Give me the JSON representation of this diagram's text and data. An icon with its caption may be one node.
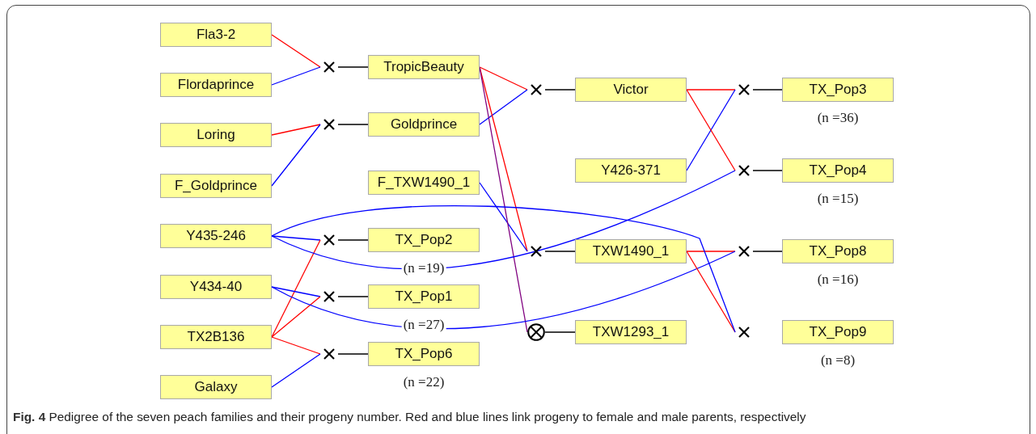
{
  "diagram": {
    "caption": "**Fig. 4** Pedigree of the seven peach families and their progeny number. Red and blue lines link progeny to female and male parents, respectively",
    "nodes": [
      {
        "text": [
          "Fla3-2"
        ]
      },
      {
        "text": [
          "Flordaprince"
        ]
      },
      {
        "text": [
          "Loring"
        ]
      },
      {
        "text": [
          "F_Goldprince"
        ]
      },
      {
        "text": [
          "Y435-246"
        ]
      },
      {
        "text": [
          "Y434-40"
        ]
      },
      {
        "text": [
          "TX2B136"
        ]
      },
      {
        "text": [
          "Galaxy"
        ]
      },
      {
        "text": [],
        "shape": "cross"
      },
      {
        "text": [],
        "shape": "cross"
      },
      {
        "text": [],
        "shape": "cross"
      },
      {
        "text": [],
        "shape": "cross"
      },
      {
        "text": [],
        "shape": "cross"
      },
      {
        "text": [
          "TropicBeauty"
        ]
      },
      {
        "text": [
          "Goldprince"
        ]
      },
      {
        "text": [
          "F_TXW1490_1"
        ]
      },
      {
        "text": [
          "TX_Pop2"
        ],
        "beside": [
          "(n =19)"
        ]
      },
      {
        "text": [
          "TX_Pop1"
        ],
        "beside": [
          "(n =27)"
        ]
      },
      {
        "text": [
          "TX_Pop6"
        ],
        "beside": [
          "(n =22)"
        ]
      },
      {
        "text": [],
        "shape": "cross"
      },
      {
        "text": [],
        "shape": "cross"
      },
      {
        "text": [],
        "shape": "circle"
      },
      {
        "text": [
          "Victor"
        ]
      },
      {
        "text": [
          "Y426-371"
        ]
      },
      {
        "text": [
          "TXW1490_1"
        ]
      },
      {
        "text": [
          "TXW1293_1"
        ]
      },
      {
        "text": [],
        "shape": "cross"
      },
      {
        "text": [],
        "shape": "cross"
      },
      {
        "text": [],
        "shape": "cross"
      },
      {
        "text": [],
        "shape": "cross"
      },
      {
        "text": [
          "TX_Pop3"
        ],
        "beside": [
          "(n =36)"
        ]
      },
      {
        "text": [
          "TX_Pop4"
        ],
        "beside": [
          "(n =15)"
        ]
      },
      {
        "text": [
          "TX_Pop8"
        ],
        "beside": [
          "(n =16)"
        ]
      },
      {
        "text": [
          "TX_Pop9"
        ],
        "beside": [
          "(n =8)"
        ]
      }
    ],
    "edges": [
      {
        "from": 0,
        "to": 8,
        "arrow": "none",
        "color": "#ff0000"
      },
      {
        "from": 1,
        "to": 8,
        "arrow": "none",
        "color": "#0000ff"
      },
      {
        "from": 2,
        "to": 9,
        "arrow": "none",
        "color": "#ff0000"
      },
      {
        "from": 3,
        "to": 9,
        "arrow": "none",
        "color": "#0000ff"
      },
      {
        "from": 4,
        "to": 10,
        "arrow": "none",
        "color": "#0000ff"
      },
      {
        "from": 6,
        "to": 10,
        "arrow": "none",
        "color": "#ff0000"
      },
      {
        "from": 5,
        "to": 11,
        "arrow": "none",
        "color": "#0000ff"
      },
      {
        "from": 6,
        "to": 11,
        "arrow": "none",
        "color": "#ff0000"
      },
      {
        "from": 6,
        "to": 12,
        "arrow": "none",
        "color": "#ff0000"
      },
      {
        "from": 7,
        "to": 12,
        "arrow": "none",
        "color": "#0000ff"
      },
      {
        "from": 8,
        "to": 13,
        "arrow": "none",
        "color": "#000000"
      },
      {
        "from": 9,
        "to": 14,
        "arrow": "none",
        "color": "#000000"
      },
      {
        "from": 10,
        "to": 16,
        "arrow": "none",
        "color": "#000000"
      },
      {
        "from": 11,
        "to": 17,
        "arrow": "none",
        "color": "#000000"
      },
      {
        "from": 12,
        "to": 18,
        "arrow": "none",
        "color": "#000000"
      },
      {
        "from": 13,
        "to": 19,
        "arrow": "none",
        "color": "#ff0000"
      },
      {
        "from": 14,
        "to": 19,
        "arrow": "none",
        "color": "#0000ff"
      },
      {
        "from": 13,
        "to": 20,
        "arrow": "none",
        "color": "#ff0000"
      },
      {
        "from": 15,
        "to": 20,
        "arrow": "none",
        "color": "#0000ff"
      },
      {
        "from": 13,
        "to": 21,
        "arrow": "none",
        "color": "#800080"
      },
      {
        "from": 19,
        "to": 22,
        "arrow": "none",
        "color": "#000000"
      },
      {
        "from": 20,
        "to": 24,
        "arrow": "none",
        "color": "#000000"
      },
      {
        "from": 21,
        "to": 25,
        "arrow": "none",
        "color": "#000000"
      },
      {
        "from": 22,
        "to": 26,
        "arrow": "none",
        "color": "#ff0000"
      },
      {
        "from": 23,
        "to": 26,
        "arrow": "none",
        "color": "#0000ff"
      },
      {
        "from": 22,
        "to": 27,
        "arrow": "none",
        "color": "#ff0000"
      },
      {
        "from": 4,
        "to": 27,
        "arrow": "none",
        "color": "#0000ff"
      },
      {
        "from": 24,
        "to": 28,
        "arrow": "none",
        "color": "#ff0000"
      },
      {
        "from": 5,
        "to": 28,
        "arrow": "none",
        "color": "#0000ff"
      },
      {
        "from": 24,
        "to": 29,
        "arrow": "none",
        "color": "#ff0000"
      },
      {
        "from": 4,
        "to": 29,
        "arrow": "none",
        "color": "#0000ff"
      },
      {
        "from": 26,
        "to": 30,
        "arrow": "none",
        "color": "#000000"
      },
      {
        "from": 27,
        "to": 31,
        "arrow": "none",
        "color": "#000000"
      },
      {
        "from": 28,
        "to": 32,
        "arrow": "none",
        "color": "#000000"
      }
    ]
  }
}
